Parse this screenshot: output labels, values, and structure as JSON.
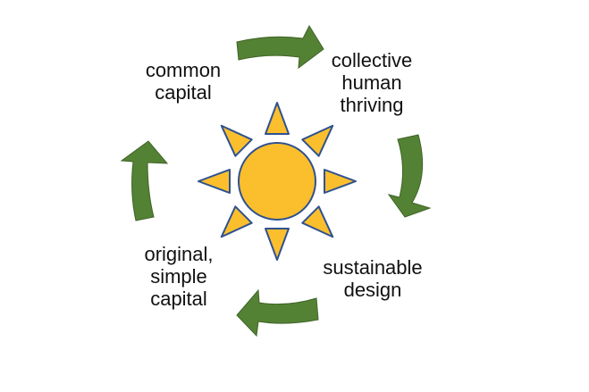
{
  "colors": {
    "arrow_fill": "#548235",
    "arrow_stroke": "#3f6326",
    "sun_fill": "#fbbf2d",
    "sun_stroke": "#2f528f",
    "text": "#111111"
  },
  "nodes": [
    {
      "id": "common",
      "label": "common\ncapital"
    },
    {
      "id": "collective",
      "label": "collective\nhuman\nthriving"
    },
    {
      "id": "sustainable",
      "label": "sustainable\ndesign"
    },
    {
      "id": "original",
      "label": "original,\nsimple\ncapital"
    }
  ],
  "cycle": {
    "direction": "clockwise",
    "arrows": [
      {
        "from": "common",
        "to": "collective"
      },
      {
        "from": "collective",
        "to": "sustainable"
      },
      {
        "from": "sustainable",
        "to": "original"
      },
      {
        "from": "original",
        "to": "common"
      }
    ]
  },
  "center_icon": {
    "icon": "sun-icon",
    "rays": 8
  }
}
